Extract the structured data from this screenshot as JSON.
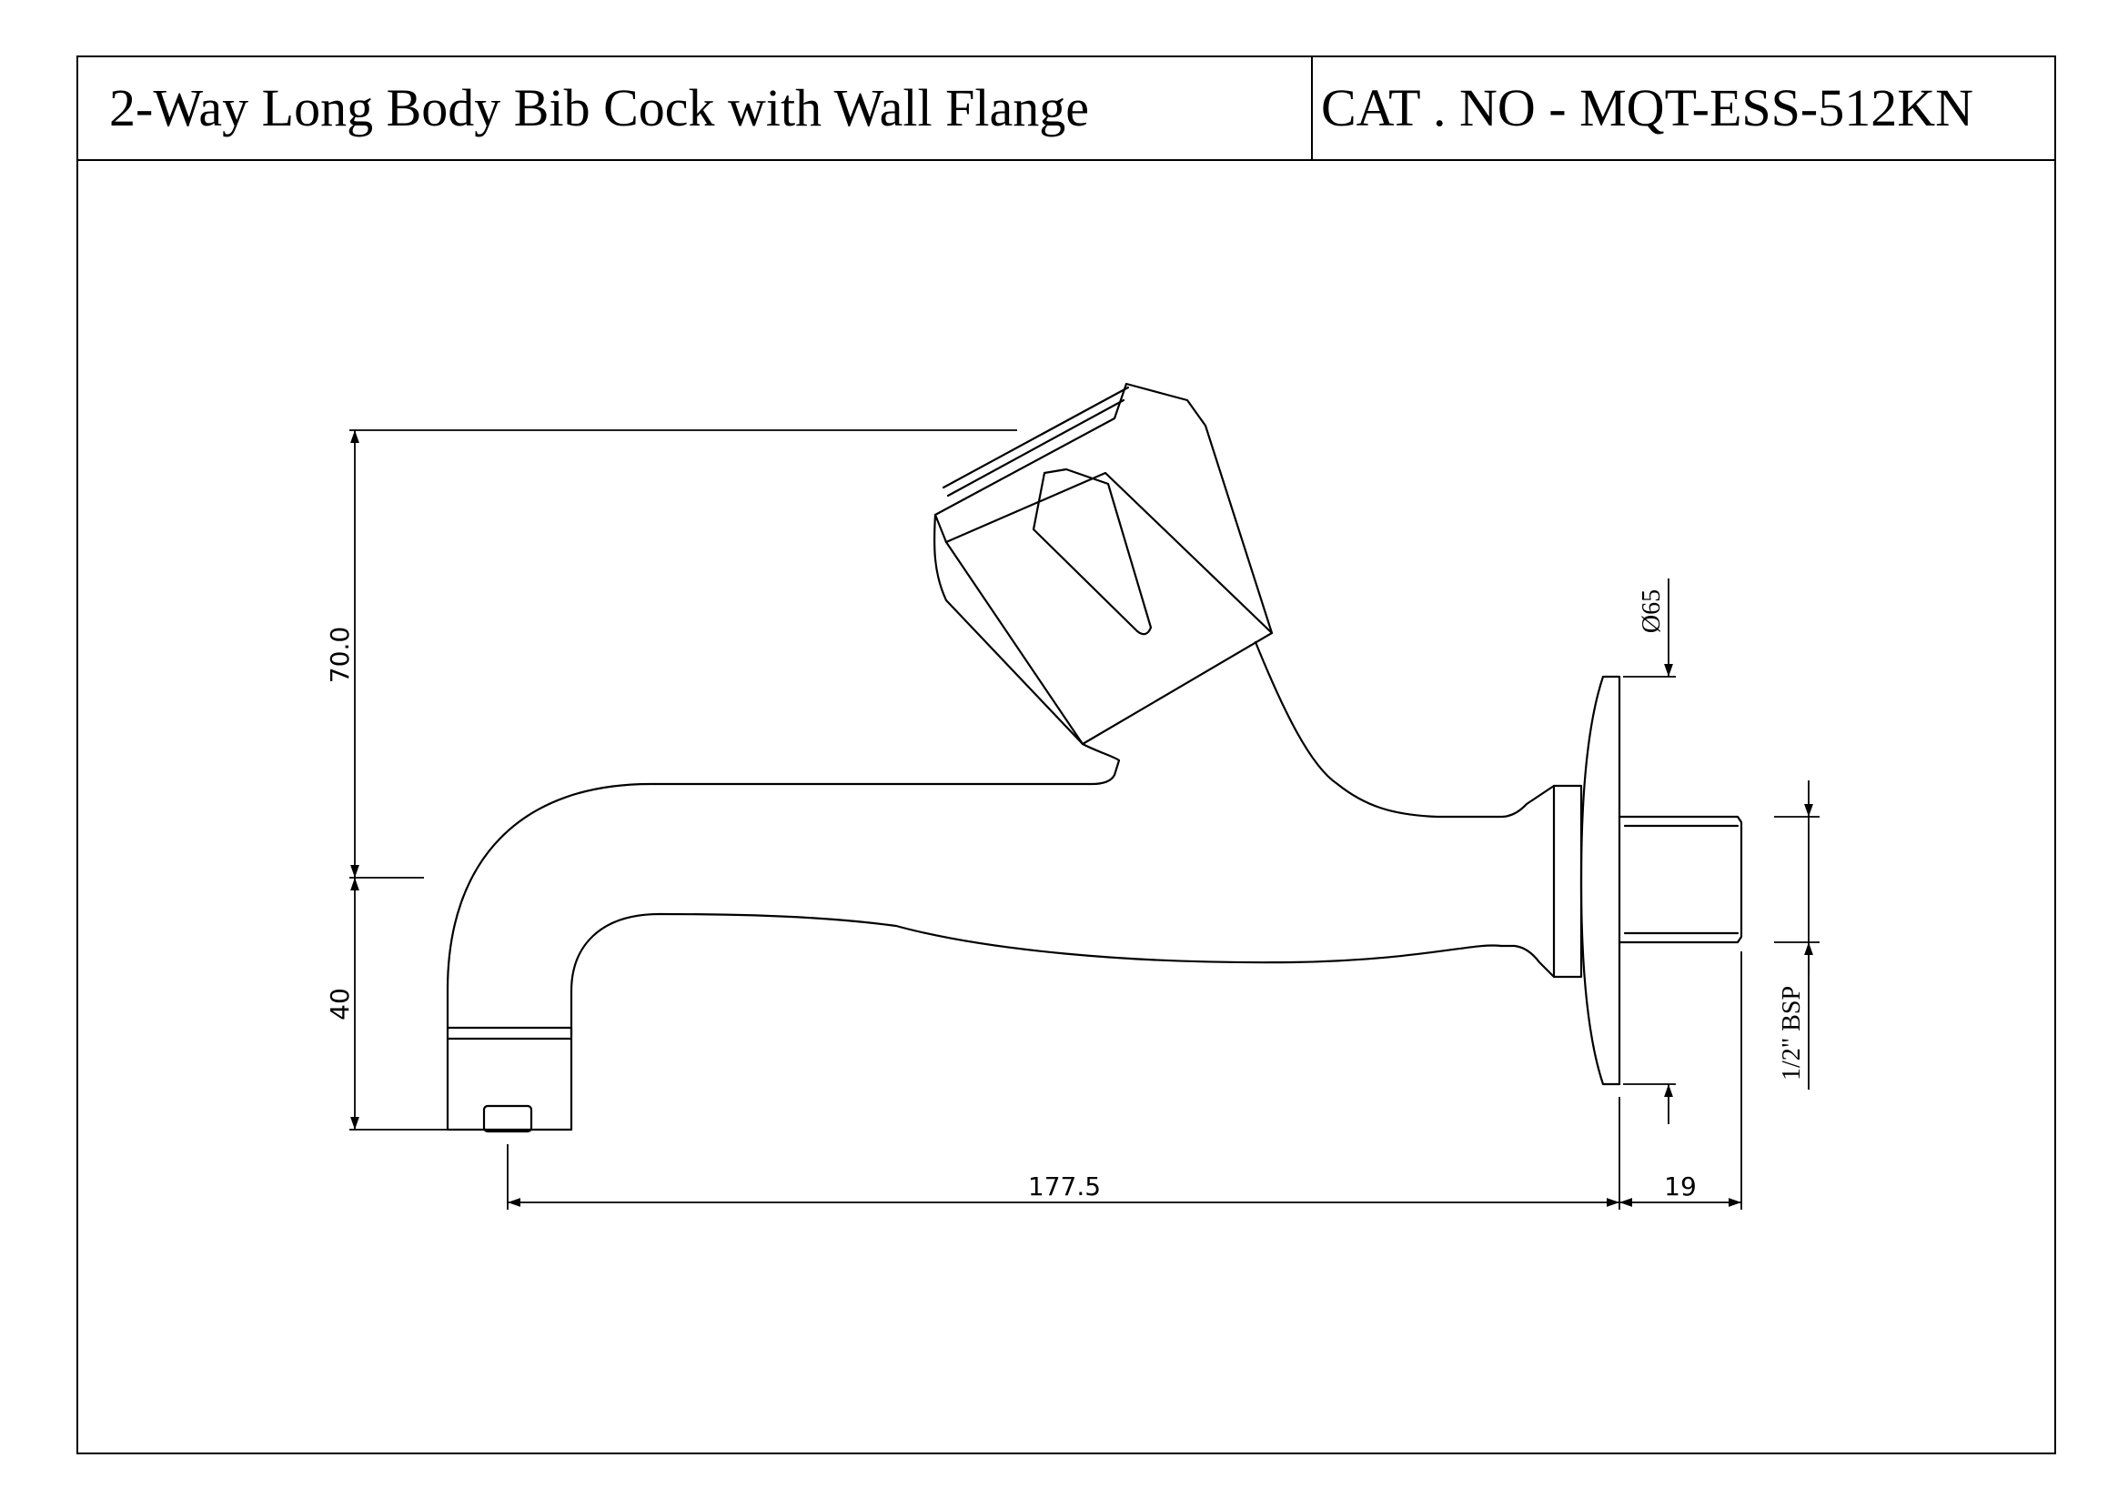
{
  "title_block": {
    "product_name": "2-Way Long Body Bib Cock with Wall Flange",
    "catalog_number": "CAT . NO - MQT-ESS-512KN"
  },
  "dimensions": {
    "height_upper": "70.0",
    "height_lower": "40",
    "projection_length": "177.5",
    "thread_length": "19",
    "flange_diameter": "Ø65",
    "thread_size": "1/2\" BSP"
  },
  "colors": {
    "line": "#000000",
    "background": "#ffffff"
  }
}
